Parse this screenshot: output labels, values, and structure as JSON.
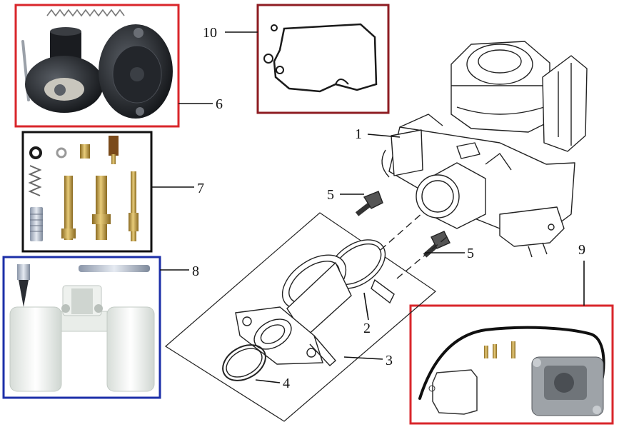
{
  "callouts": {
    "c1": "1",
    "c2": "2",
    "c3": "3",
    "c4": "4",
    "c5a": "5",
    "c5b": "5",
    "c6": "6",
    "c7": "7",
    "c8": "8",
    "c9": "9",
    "c10": "10"
  },
  "colors": {
    "box_red": "#d9262b",
    "box_dark_red": "#8e1c22",
    "box_blue": "#1c2fa8",
    "box_black": "#111111",
    "brass": "#c9a24a",
    "line": "#222222"
  },
  "icons": [
    "carburetor-drawing",
    "intake-manifold-drawing",
    "diaphragm-kit-photo",
    "jet-kit-photo",
    "float-kit-photo",
    "rebuild-kit-photo",
    "gasket-photo"
  ]
}
